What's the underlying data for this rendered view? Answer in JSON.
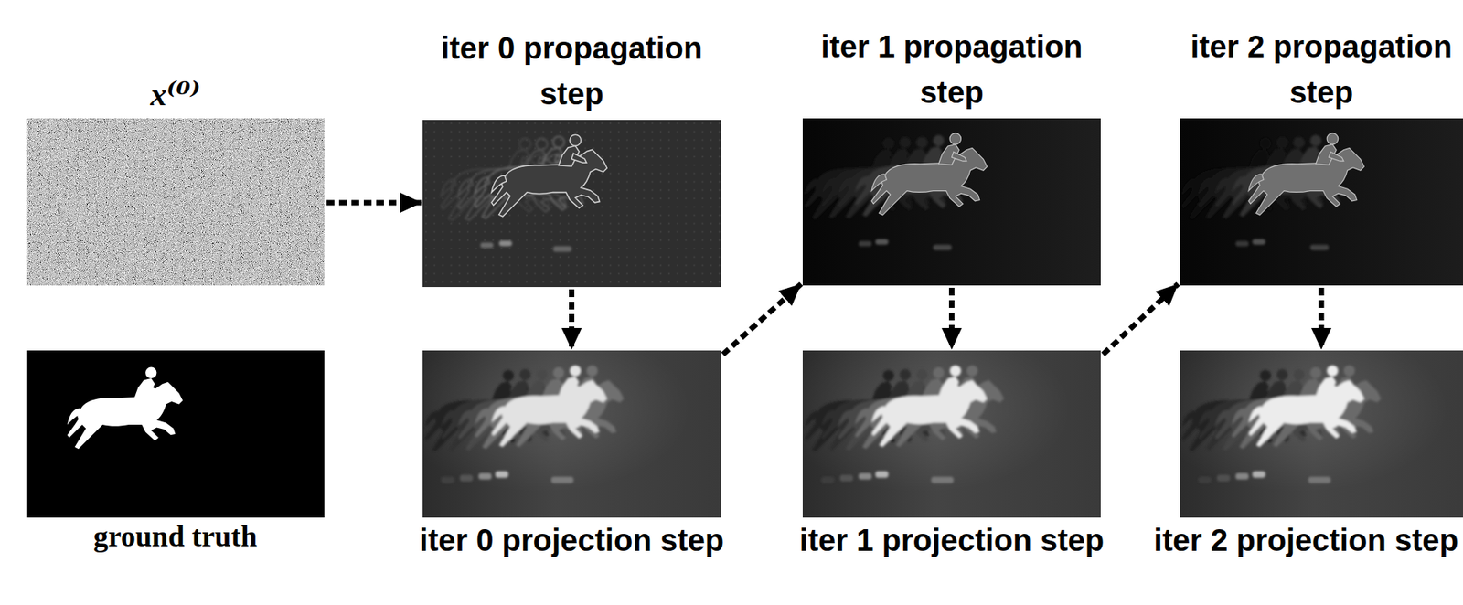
{
  "diagram": {
    "nodes": [
      {
        "text": [
          "x⁽⁰⁾"
        ]
      },
      {
        "text": [
          "ground truth"
        ]
      },
      {
        "text": [
          "iter 0 propagation step"
        ]
      },
      {
        "text": [
          "iter 0 projection step"
        ]
      },
      {
        "text": [
          "iter 1 propagation step"
        ]
      },
      {
        "text": [
          "iter 1 projection step"
        ]
      },
      {
        "text": [
          "iter 2 propagation step"
        ]
      },
      {
        "text": [
          "iter 2 projection step"
        ]
      }
    ],
    "edges": [
      {
        "from": 0,
        "to": 2,
        "arrow": "to"
      },
      {
        "from": 2,
        "to": 3,
        "arrow": "to"
      },
      {
        "from": 3,
        "to": 4,
        "arrow": "to"
      },
      {
        "from": 4,
        "to": 5,
        "arrow": "to"
      },
      {
        "from": 5,
        "to": 6,
        "arrow": "to"
      },
      {
        "from": 6,
        "to": 7,
        "arrow": "to"
      }
    ]
  }
}
